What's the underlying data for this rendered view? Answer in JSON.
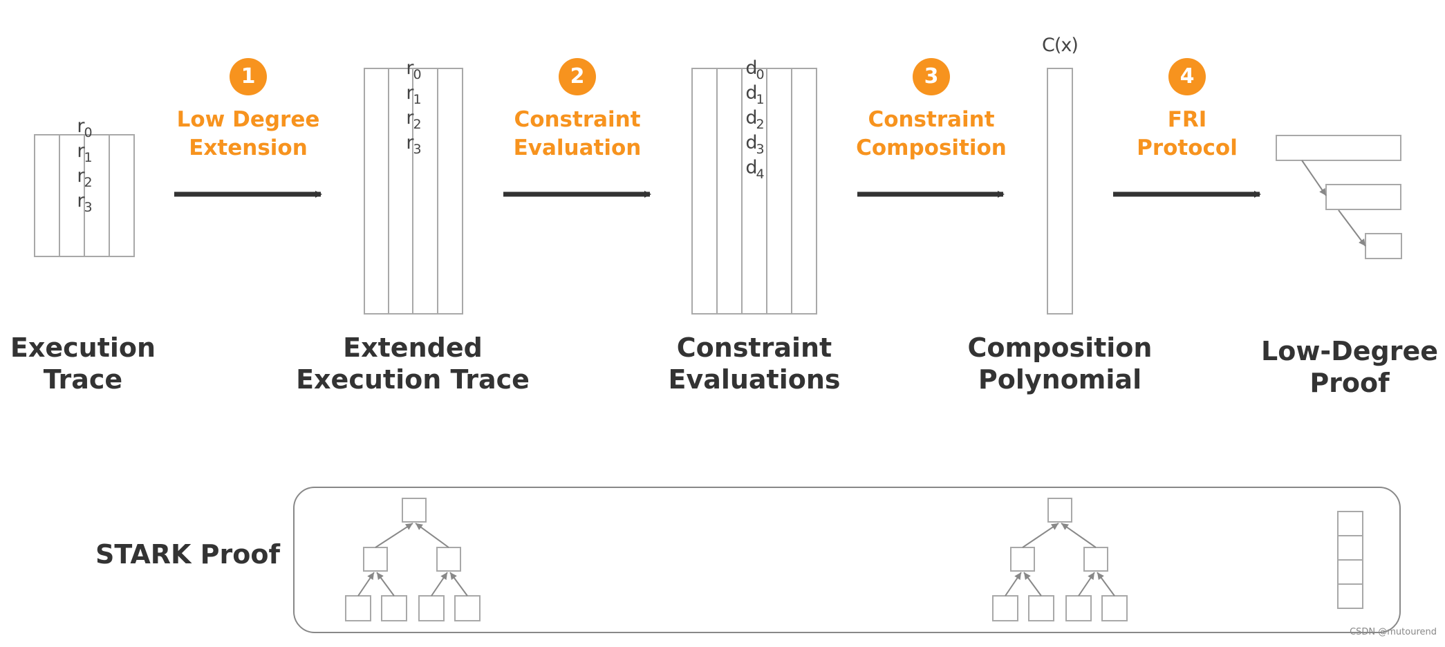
{
  "steps": [
    {
      "number": "1",
      "title": "Low Degree\nExtension"
    },
    {
      "number": "2",
      "title": "Constraint\nEvaluation"
    },
    {
      "number": "3",
      "title": "Constraint\nComposition"
    },
    {
      "number": "4",
      "title": "FRI\nProtocol"
    }
  ],
  "stages": [
    {
      "title": "Execution\nTrace"
    },
    {
      "title": "Extended\nExecution Trace"
    },
    {
      "title": "Constraint\nEvaluations"
    },
    {
      "title": "Composition\nPolynomial"
    },
    {
      "title": "Low-Degree\nProof"
    }
  ],
  "column_labels": {
    "trace": [
      {
        "base": "r",
        "sub": "0"
      },
      {
        "base": "r",
        "sub": "1"
      },
      {
        "base": "r",
        "sub": "2"
      },
      {
        "base": "r",
        "sub": "3"
      }
    ],
    "extended": [
      {
        "base": "r",
        "sub": "0"
      },
      {
        "base": "r",
        "sub": "1"
      },
      {
        "base": "r",
        "sub": "2"
      },
      {
        "base": "r",
        "sub": "3"
      }
    ],
    "evaluations": [
      {
        "base": "d",
        "sub": "0"
      },
      {
        "base": "d",
        "sub": "1"
      },
      {
        "base": "d",
        "sub": "2"
      },
      {
        "base": "d",
        "sub": "3"
      },
      {
        "base": "d",
        "sub": "4"
      }
    ],
    "composition": "C(x)"
  },
  "proof": {
    "label": "STARK Proof"
  },
  "watermark": "CSDN @mutourend",
  "colors": {
    "accent": "#f7931e",
    "arrow": "#333333",
    "box_stroke": "#a8a8a8",
    "text": "#333333"
  }
}
